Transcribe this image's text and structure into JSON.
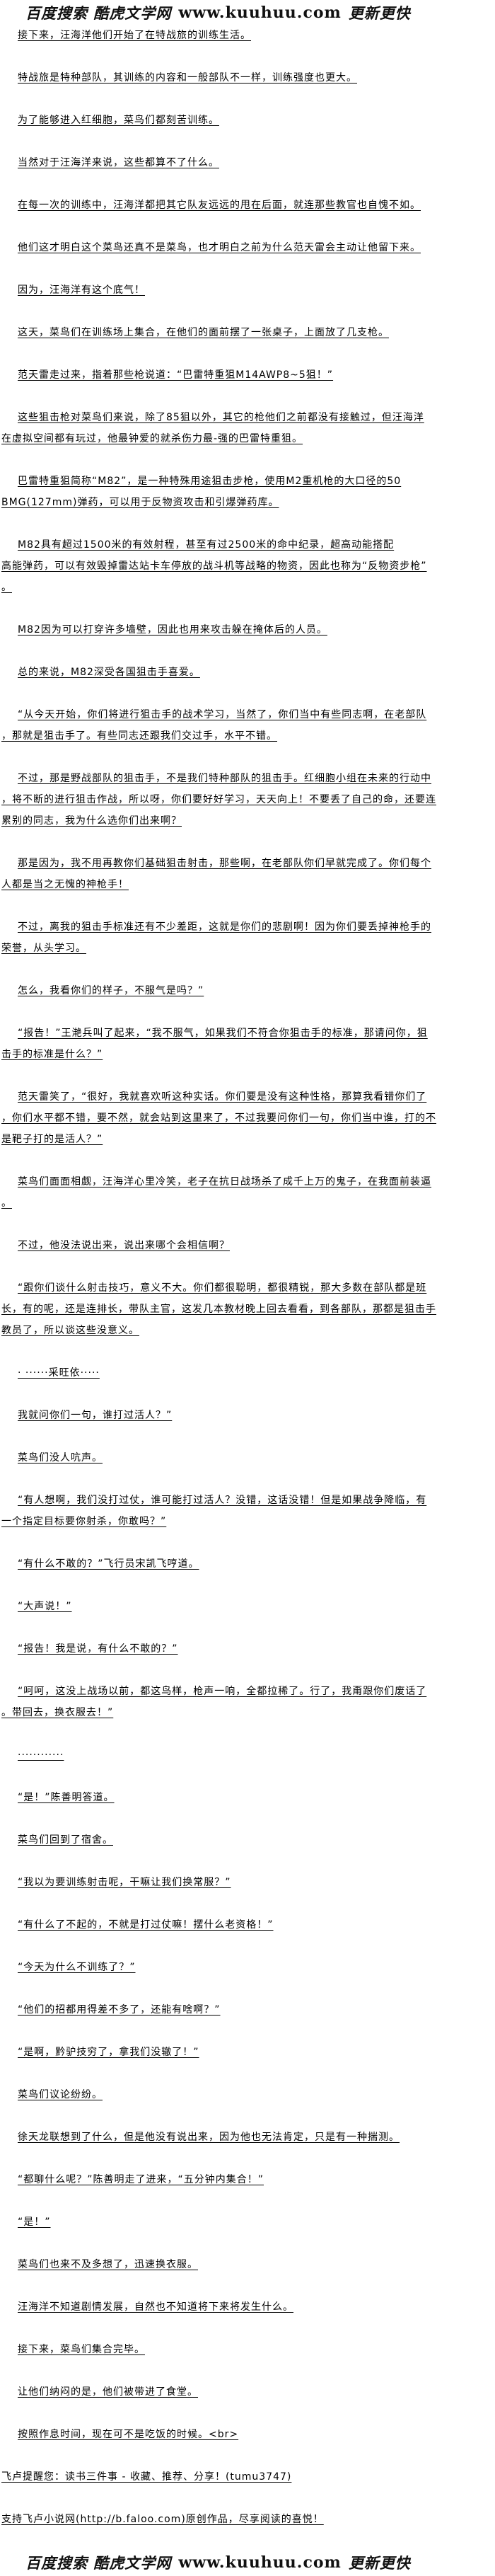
{
  "banner": {
    "left": "百度搜索 酷虎文学网",
    "site": "www.kuuhuu.com",
    "right": "更新更快"
  },
  "paragraphs": [
    {
      "indent": true,
      "lines": [
        "接下来，汪海洋他们开始了在特战旅的训练生活。"
      ]
    },
    {
      "indent": true,
      "lines": [
        "特战旅是特种部队，其训练的内容和一般部队不一样，训练强度也更大。"
      ]
    },
    {
      "indent": true,
      "lines": [
        "为了能够进入红细胞，菜鸟们都刻苦训练。"
      ]
    },
    {
      "indent": true,
      "lines": [
        "当然对于汪海洋来说，这些都算不了什么。"
      ]
    },
    {
      "indent": true,
      "lines": [
        "在每一次的训练中，汪海洋都把其它队友远远的甩在后面，就连那些教官也自愧不如。"
      ]
    },
    {
      "indent": true,
      "lines": [
        "他们这才明白这个菜鸟还真不是菜鸟，也才明白之前为什么范天雷会主动让他留下来。"
      ]
    },
    {
      "indent": true,
      "lines": [
        "因为，汪海洋有这个底气！"
      ]
    },
    {
      "indent": true,
      "lines": [
        "这天，菜鸟们在训练场上集合，在他们的面前摆了一张桌子，上面放了几支枪。"
      ]
    },
    {
      "indent": true,
      "lines": [
        "范天雷走过来，指着那些枪说道：“巴雷特重狙M14AWP8~5狙！”"
      ]
    },
    {
      "indent": true,
      "lines": [
        "这些狙击枪对菜鸟们来说，除了85狙以外，其它的枪他们之前都没有接触过，但汪海洋",
        "在虚拟空间都有玩过，他最钟爱的就杀伤力最-强的巴雷特重狙。"
      ]
    },
    {
      "indent": true,
      "lines": [
        "巴雷特重狙简称“M82”，是一种特殊用途狙击步枪，使用M2重机枪的大口径的50",
        "BMG(127mm)弹药，可以用于反物资攻击和引爆弹药库。"
      ]
    },
    {
      "indent": true,
      "lines": [
        "M82具有超过1500米的有效射程，甚至有过2500米的命中纪录，超高动能搭配",
        "高能弹药，可以有效毁掉雷达站卡车停放的战斗机等战略的物资，因此也称为“反物资步枪”",
        "。"
      ]
    },
    {
      "indent": true,
      "lines": [
        "M82因为可以打穿许多墙壁，因此也用来攻击躲在掩体后的人员。"
      ]
    },
    {
      "indent": true,
      "lines": [
        "总的来说，M82深受各国狙击手喜爱。"
      ]
    },
    {
      "indent": true,
      "lines": [
        "“从今天开始，你们将进行狙击手的战术学习，当然了，你们当中有些同志啊，在老部队",
        "，那就是狙击手了。有些同志还跟我们交过手，水平不错。"
      ]
    },
    {
      "indent": true,
      "lines": [
        "不过，那是野战部队的狙击手，不是我们特种部队的狙击手。红细胞小组在未来的行动中",
        "，将不断的进行狙击作战，所以呀，你们要好好学习，天天向上！不要丢了自己的命，还要连",
        "累别的同志，我为什么选你们出来啊？"
      ]
    },
    {
      "indent": true,
      "lines": [
        "那是因为，我不用再教你们基础狙击射击，那些啊，在老部队你们早就完成了。你们每个",
        "人都是当之无愧的神枪手！"
      ]
    },
    {
      "indent": true,
      "lines": [
        "不过，离我的狙击手标准还有不少差距，这就是你们的悲剧啊！因为你们要丢掉神枪手的",
        "荣誉，从头学习。"
      ]
    },
    {
      "indent": true,
      "lines": [
        "怎么，我看你们的样子，不服气是吗？”"
      ]
    },
    {
      "indent": true,
      "lines": [
        "“报告！”王滟兵叫了起来，“我不服气，如果我们不符合你狙击手的标准，那请问你，狙",
        "击手的标准是什么？”"
      ]
    },
    {
      "indent": true,
      "lines": [
        "范天雷笑了，“很好，我就喜欢听这种实话。你们要是没有这种性格，那算我看错你们了",
        "，你们水平都不错，要不然，就会站到这里来了，不过我要问你们一句，你们当中谁，打的不",
        "是靶子打的是活人？”"
      ]
    },
    {
      "indent": true,
      "lines": [
        "菜鸟们面面相觑，汪海洋心里冷笑，老子在抗日战场杀了成千上万的鬼子，在我面前装逼",
        "。"
      ]
    },
    {
      "indent": true,
      "lines": [
        "不过，他没法说出来，说出来哪个会相信啊？"
      ]
    },
    {
      "indent": true,
      "lines": [
        "“跟你们谈什么射击技巧，意义不大。你们都很聪明，都很精锐，那大多数在部队都是班",
        "长，有的呢，还是连排长，带队主官，这发几本教材晚上回去看看，到各部队，那都是狙击手",
        "教员了，所以谈这些没意义。"
      ]
    },
    {
      "indent": true,
      "lines": [
        "· ······采旺依·····"
      ]
    },
    {
      "indent": true,
      "lines": [
        "我就问你们一句，谁打过活人？”"
      ]
    },
    {
      "indent": true,
      "lines": [
        "菜鸟们没人吭声。"
      ]
    },
    {
      "indent": true,
      "lines": [
        "“有人想啊，我们没打过仗，谁可能打过活人？没错，这话没错！但是如果战争降临，有",
        "一个指定目标要你射杀，你敢吗？”"
      ]
    },
    {
      "indent": true,
      "lines": [
        "“有什么不敢的？”飞行员宋凯飞哼道。"
      ]
    },
    {
      "indent": true,
      "lines": [
        "“大声说！”"
      ]
    },
    {
      "indent": true,
      "lines": [
        "“报告！我是说，有什么不敢的？”"
      ]
    },
    {
      "indent": true,
      "lines": [
        "“呵呵，这没上战场以前，都这鸟样，枪声一响，全都拉稀了。行了，我甭跟你们废话了",
        "。带回去，换衣服去！”"
      ]
    },
    {
      "indent": true,
      "lines": [
        "············"
      ]
    },
    {
      "indent": true,
      "lines": [
        "“是！”陈善明答道。"
      ]
    },
    {
      "indent": true,
      "lines": [
        "菜鸟们回到了宿舍。"
      ]
    },
    {
      "indent": true,
      "lines": [
        "“我以为要训练射击呢，干嘛让我们换常服？”"
      ]
    },
    {
      "indent": true,
      "lines": [
        "“有什么了不起的，不就是打过仗嘛！摆什么老资格！”"
      ]
    },
    {
      "indent": true,
      "lines": [
        "“今天为什么不训练了？”"
      ]
    },
    {
      "indent": true,
      "lines": [
        "“他们的招都用得差不多了，还能有啥啊？”"
      ]
    },
    {
      "indent": true,
      "lines": [
        "“是啊，黔驴技穷了，拿我们没辙了！”"
      ]
    },
    {
      "indent": true,
      "lines": [
        "菜鸟们议论纷纷。"
      ]
    },
    {
      "indent": true,
      "lines": [
        "徐天龙联想到了什么，但是他没有说出来，因为他也无法肯定，只是有一种揣测。"
      ]
    },
    {
      "indent": true,
      "lines": [
        "“都聊什么呢？”陈善明走了进来，“五分钟内集合！”"
      ]
    },
    {
      "indent": true,
      "lines": [
        "“是！”"
      ]
    },
    {
      "indent": true,
      "lines": [
        "菜鸟们也来不及多想了，迅速换衣服。"
      ]
    },
    {
      "indent": true,
      "lines": [
        "汪海洋不知道剧情发展，自然也不知道将下来将发生什么。"
      ]
    },
    {
      "indent": true,
      "lines": [
        "接下来，菜鸟们集合完毕。"
      ]
    },
    {
      "indent": true,
      "lines": [
        "让他们纳闷的是，他们被带进了食堂。"
      ]
    },
    {
      "indent": true,
      "lines": [
        "按照作息时间，现在可不是吃饭的时候。<br>"
      ]
    },
    {
      "indent": false,
      "lines": [
        "飞卢提醒您：读书三件事 - 收藏、推荐、分享！(tumu3747)"
      ]
    },
    {
      "indent": false,
      "lines": [
        "支持飞卢小说网(http://b.faloo.com)原创作品，尽享阅读的喜悦！"
      ]
    }
  ]
}
